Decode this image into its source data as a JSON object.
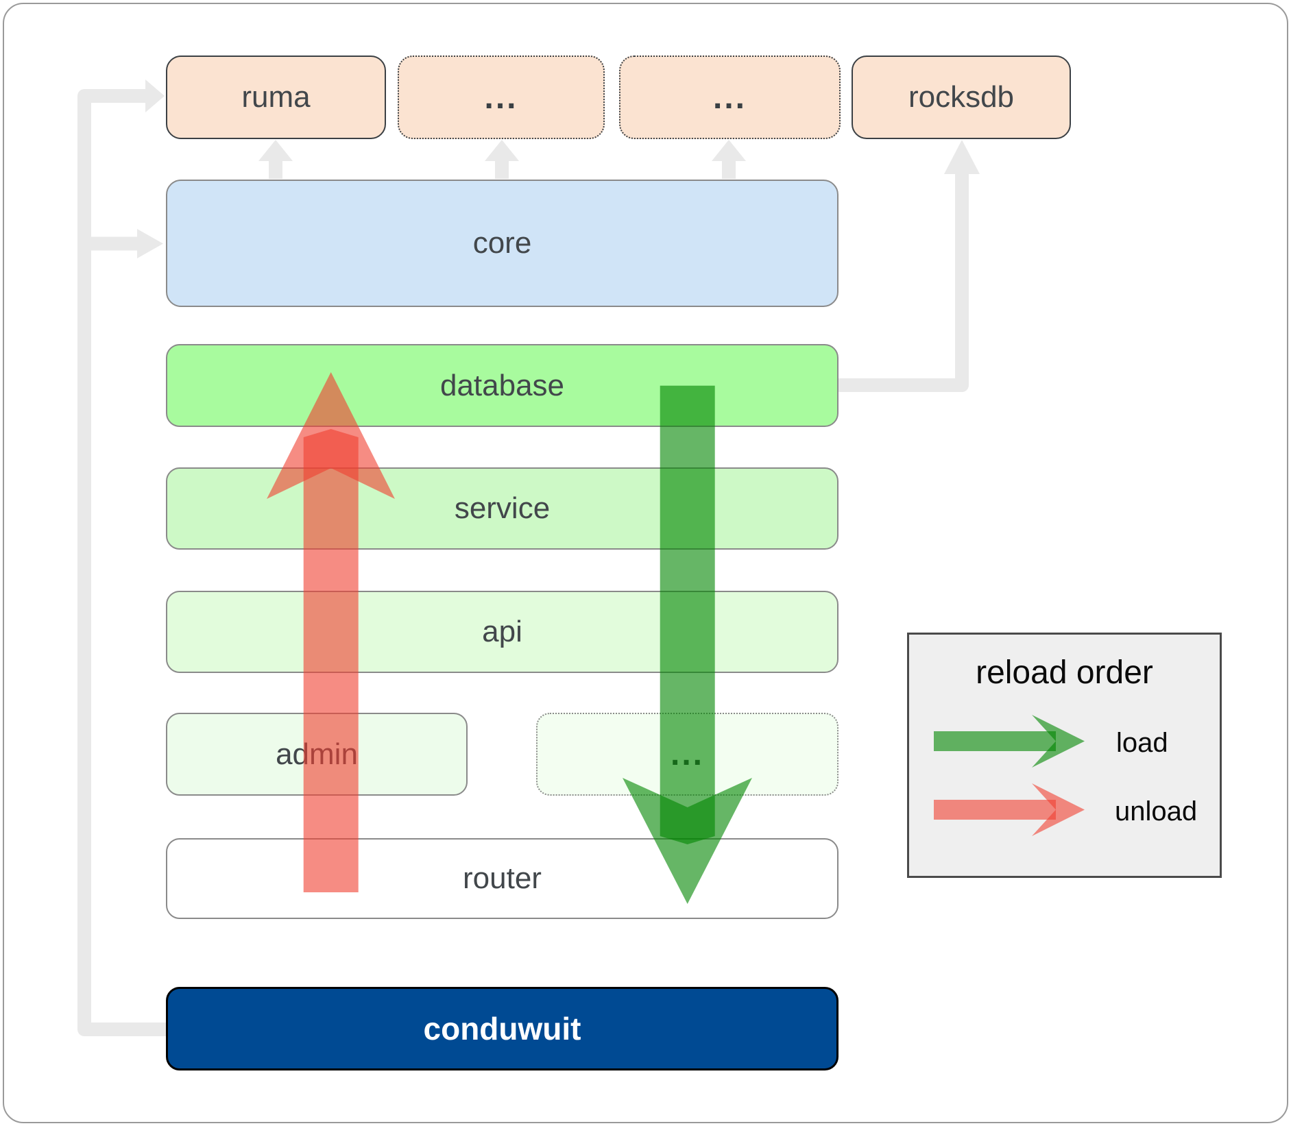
{
  "diagram": {
    "top_row": [
      {
        "label": "ruma",
        "border_style": "solid"
      },
      {
        "label": "...",
        "border_style": "dotted"
      },
      {
        "label": "...",
        "border_style": "dotted"
      },
      {
        "label": "rocksdb",
        "border_style": "solid"
      }
    ],
    "layers": [
      {
        "label": "core"
      },
      {
        "label": "database"
      },
      {
        "label": "service"
      },
      {
        "label": "api"
      }
    ],
    "admin_row": {
      "admin": {
        "label": "admin"
      },
      "more": {
        "label": "..."
      }
    },
    "router": {
      "label": "router"
    },
    "conduwuit": {
      "label": "conduwuit"
    }
  },
  "legend": {
    "title": "reload order",
    "load_label": "load",
    "unload_label": "unload"
  },
  "colors": {
    "peach_box": "#fbe3d1",
    "peach_border": "#3b4044",
    "core_box": "#d0e4f7",
    "database_box": "#a8fb9e",
    "service_box": "#cdf9c6",
    "api_box": "#e2fcdc",
    "admin_box": "#edfceb",
    "router_box": "#ffffff",
    "conduwuit_box": "#004a93",
    "box_border_gray": "#8a8a8a",
    "label_text": "#42474b",
    "load_arrow_green": "#008500",
    "unload_arrow_red": "#f04030",
    "arrow_opacity": "0.6",
    "connector_gray": "#e9e9e9",
    "legend_bg": "#efefef"
  }
}
